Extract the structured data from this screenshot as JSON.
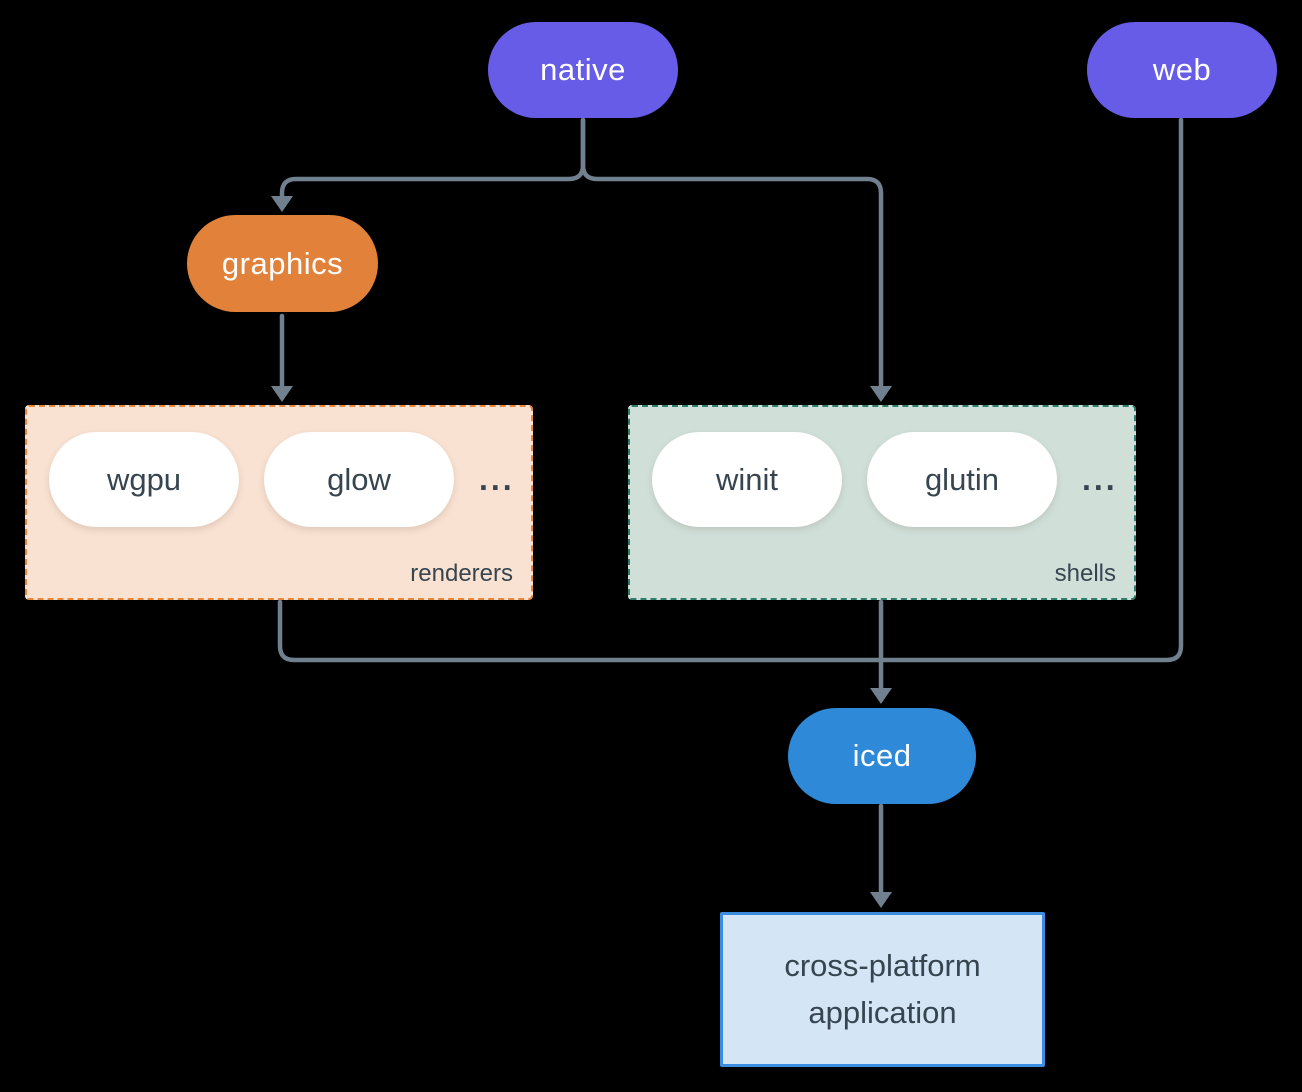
{
  "diagram": {
    "background": "#000000",
    "connector_color": "#70808E",
    "nodes": {
      "native": {
        "label": "native",
        "fill": "#665CE7",
        "text_color": "#FFFFFF"
      },
      "web": {
        "label": "web",
        "fill": "#665CE7",
        "text_color": "#FFFFFF"
      },
      "graphics": {
        "label": "graphics",
        "fill": "#E2823A",
        "text_color": "#FFFFFF"
      },
      "iced": {
        "label": "iced",
        "fill": "#2E89D8",
        "text_color": "#FFFFFF"
      },
      "application": {
        "line1": "cross-platform",
        "line2": "application",
        "fill": "#D4E5F6",
        "border": "#3B8DE0",
        "text_color": "#36454F"
      }
    },
    "groups": {
      "renderers": {
        "label": "renderers",
        "fill": "#F9E2D2",
        "border": "#E8863C",
        "text_color": "#36454F",
        "items": [
          "wgpu",
          "glow"
        ],
        "ellipsis": "..."
      },
      "shells": {
        "label": "shells",
        "fill": "#D0E0D9",
        "border": "#2F7D6C",
        "text_color": "#36454F",
        "items": [
          "winit",
          "glutin"
        ],
        "ellipsis": "..."
      }
    },
    "edges": [
      "native -> graphics",
      "native -> shells",
      "graphics -> renderers",
      "renderers -> iced",
      "shells -> iced",
      "web -> iced",
      "iced -> application"
    ]
  }
}
